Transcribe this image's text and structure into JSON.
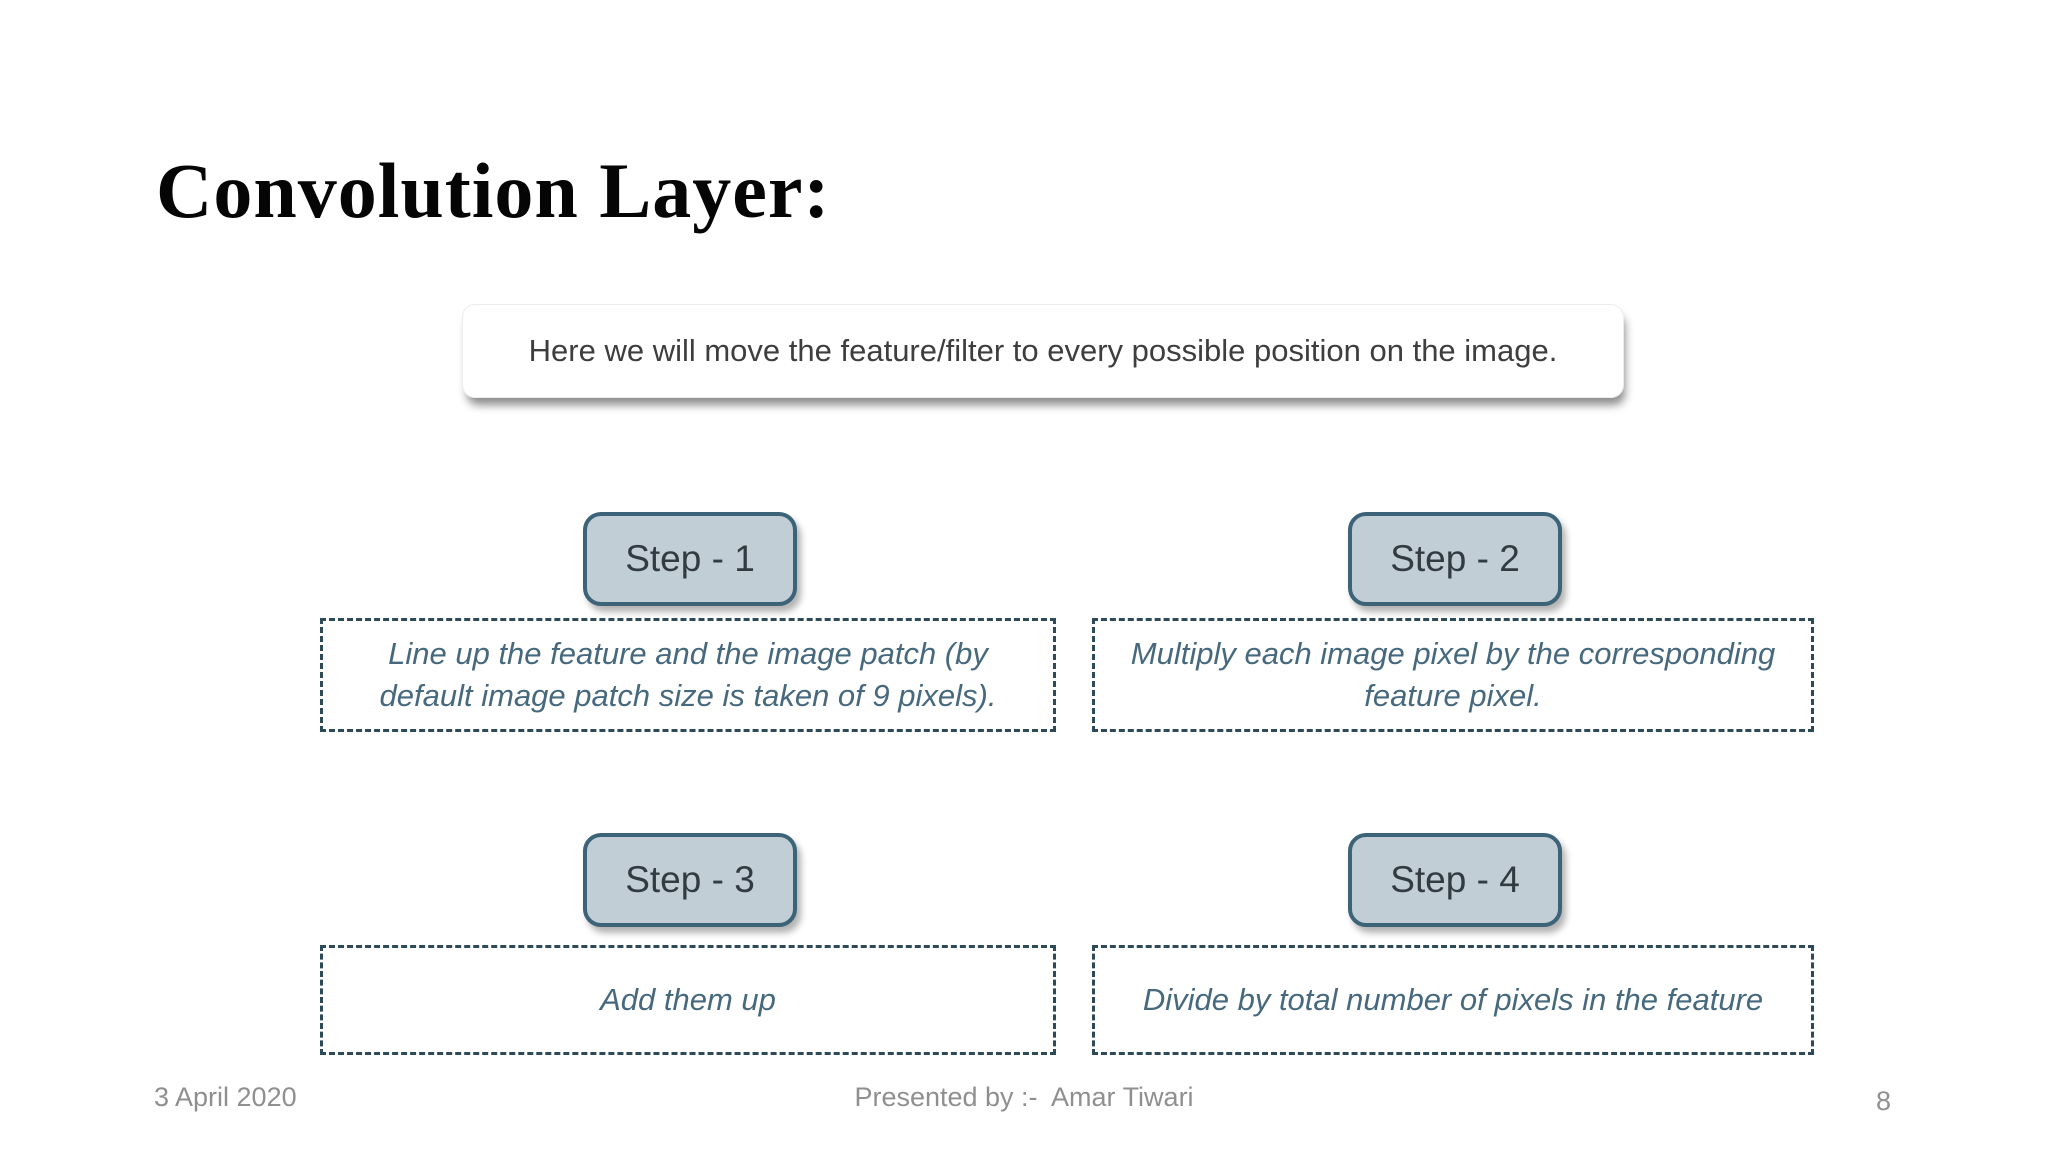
{
  "slide": {
    "title": "Convolution Layer:",
    "statement": "Here we will move the feature/filter to every possible position on the image.",
    "steps": [
      {
        "label": "Step - 1",
        "description": "Line up the feature and the image patch (by default image patch size is taken of 9 pixels)."
      },
      {
        "label": "Step - 2",
        "description": "Multiply each image pixel by the corresponding feature pixel."
      },
      {
        "label": "Step - 3",
        "description": "Add them up"
      },
      {
        "label": "Step - 4",
        "description": "Divide by total number of pixels in the feature"
      }
    ],
    "footer": {
      "date": "3 April 2020",
      "presenter": "Presented by :-  Amar Tiwari",
      "page_number": "8"
    },
    "colors": {
      "background": "#ffffff",
      "title_text": "#050505",
      "statement_text": "#3e3e3e",
      "button_fill": "#c1ced6",
      "button_border": "#3d6379",
      "button_text": "#333b42",
      "dashed_border": "#2c4a57",
      "description_text": "#47697e",
      "footer_text": "#8f8f8f"
    }
  }
}
